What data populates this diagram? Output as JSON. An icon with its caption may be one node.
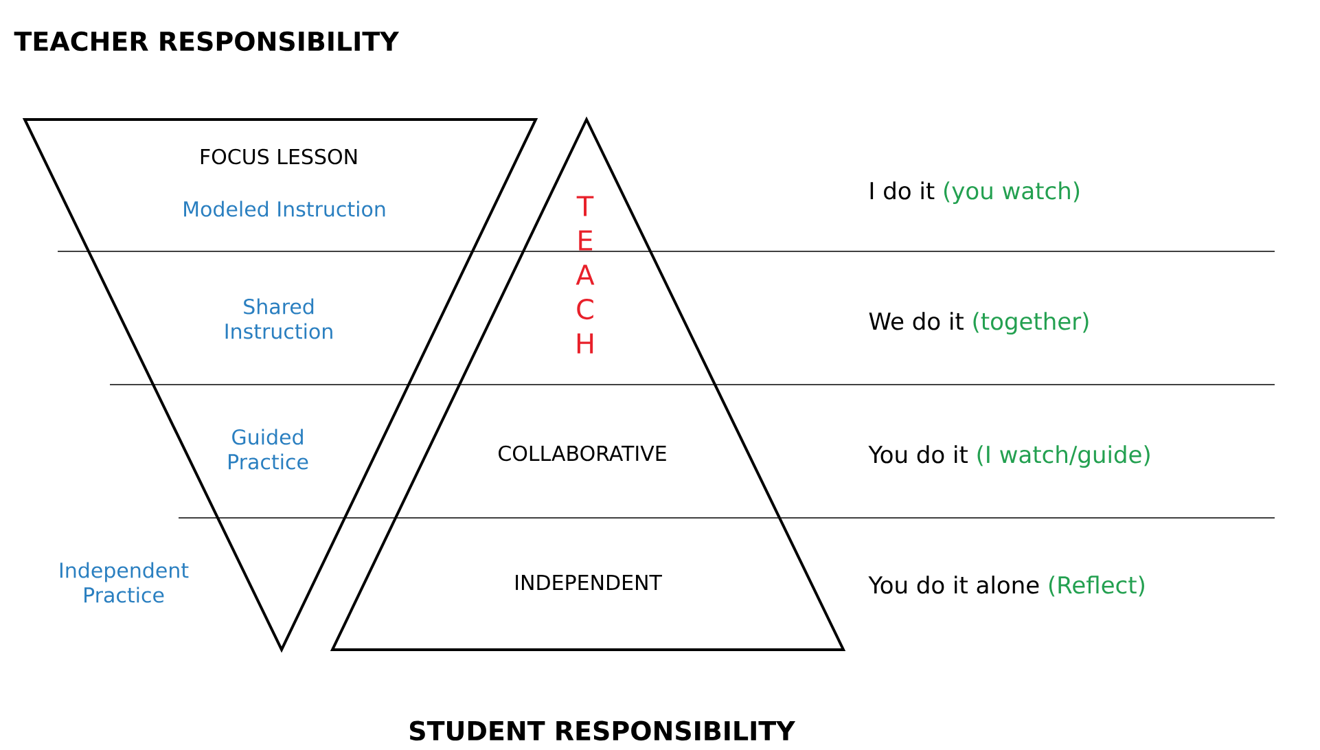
{
  "diagram": {
    "title": "TEACHER RESPONSIBILITY",
    "nodes": [
      {
        "text": [
          "FOCUS LESSON",
          "Modeled Instruction",
          "Shared Instruction",
          "Guided Practice"
        ],
        "beside": [
          "Independent Practice"
        ]
      },
      {
        "text": [
          "TEACH",
          "COLLABORATIVE",
          "INDEPENDENT"
        ]
      }
    ],
    "labels": [
      "I do it",
      "(you watch)",
      "We do it",
      "(together)",
      "You do it",
      "(I watch/guide)",
      "You do it alone",
      "(Reflect)",
      "STUDENT RESPONSIBILITY"
    ]
  }
}
